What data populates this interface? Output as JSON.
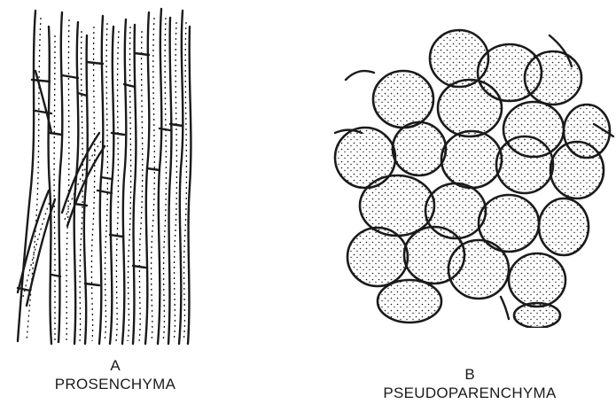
{
  "figures": [
    {
      "letter": "A",
      "name": "PROSENCHYMA"
    },
    {
      "letter": "B",
      "name": "PSEUDOPARENCHYMA"
    }
  ],
  "colors": {
    "ink": "#1a1a1a",
    "background": "#ffffff"
  }
}
